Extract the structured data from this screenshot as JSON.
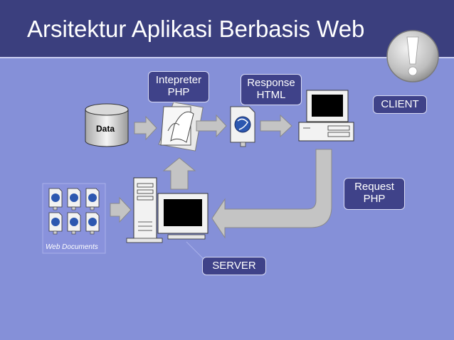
{
  "slide": {
    "title": "Arsitektur Aplikasi Berbasis Web"
  },
  "labels": {
    "interpreter": "Intepreter\nPHP",
    "response": "Response\nHTML",
    "client": "CLIENT",
    "request": "Request\nPHP",
    "server": "SERVER",
    "data": "Data",
    "web_documents": "Web Documents"
  },
  "icons": [
    "warning-icon",
    "database-icon",
    "php-script-icon",
    "html-document-icon",
    "client-computer-icon",
    "server-computer-icon",
    "web-document-icon"
  ],
  "colors": {
    "background": "#8590d8",
    "title_bar": "#3b3f7e",
    "callout": "#3f4289",
    "arrow": "#c4c4c4"
  }
}
